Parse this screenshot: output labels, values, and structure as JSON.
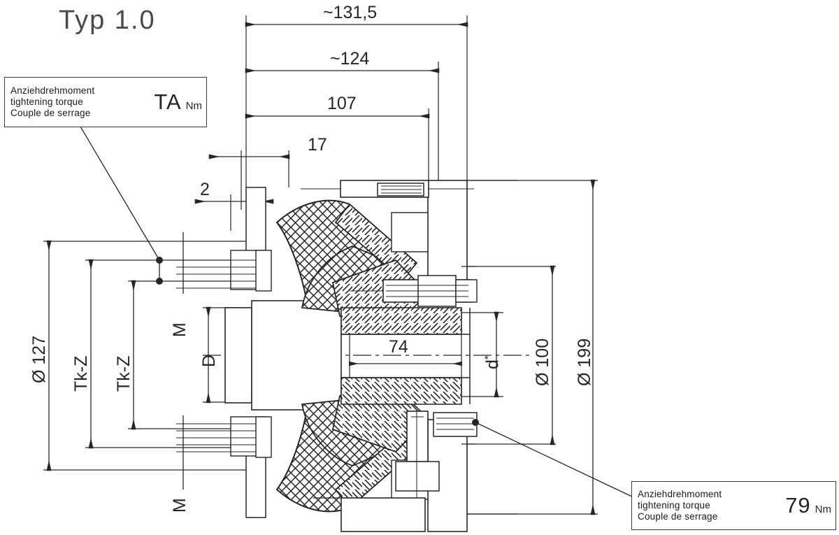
{
  "drawing": {
    "title": "Typ 1.0",
    "type": "technical-section-drawing",
    "subject": "flexible coupling cross-section"
  },
  "torque_label_top": {
    "line_de": "Anziehdrehmoment",
    "line_en": "tightening torque",
    "line_fr": "Couple de serrage",
    "value": "TA",
    "unit": "Nm"
  },
  "torque_label_bottom": {
    "line_de": "Anziehdrehmoment",
    "line_en": "tightening torque",
    "line_fr": "Couple de serrage",
    "value": "79",
    "unit": "Nm"
  },
  "horizontal_dimensions": [
    {
      "label": "~131,5",
      "name": "overall-length"
    },
    {
      "label": "~124",
      "name": "length-124"
    },
    {
      "label": "107",
      "name": "length-107"
    },
    {
      "label": "17",
      "name": "length-17"
    },
    {
      "label": "2",
      "name": "length-2"
    }
  ],
  "vertical_dimensions_left": [
    {
      "label": "Ø 127",
      "name": "diameter-127"
    },
    {
      "label": "Tk-Z",
      "name": "bolt-circle-tk-z-outer"
    },
    {
      "label": "Tk-Z",
      "name": "bolt-circle-tk-z-inner"
    },
    {
      "label": "M",
      "name": "thread-m-upper"
    },
    {
      "label": "D",
      "name": "bore-d"
    },
    {
      "label": "M",
      "name": "thread-m-lower"
    }
  ],
  "vertical_dimensions_right": [
    {
      "label": "d",
      "sup": "*",
      "name": "shaft-diameter-d"
    },
    {
      "label": "Ø 100",
      "name": "diameter-100"
    },
    {
      "label": "Ø 199",
      "name": "diameter-199"
    }
  ],
  "inner_dimensions": [
    {
      "label": "74",
      "name": "hub-length-74"
    }
  ],
  "colors": {
    "line": "#262626",
    "thin_line": "#3f3f3f",
    "text": "#1a1a1a",
    "title": "#4a4a4a",
    "background": "#ffffff"
  }
}
